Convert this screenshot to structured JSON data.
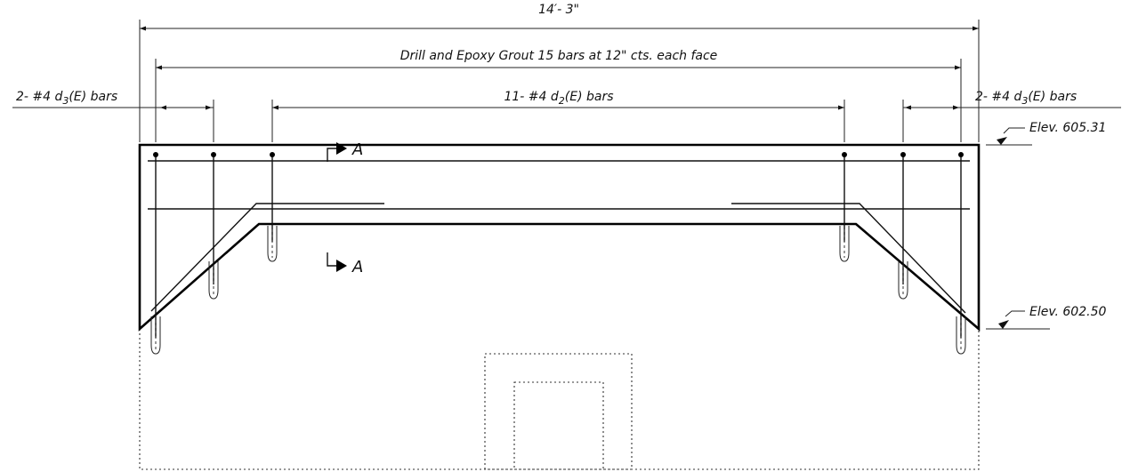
{
  "dimensions": {
    "overall": "14′- 3\"",
    "drill_epoxy": "Drill and Epoxy Grout 15 bars at 12\" cts. each face",
    "left_bars": {
      "prefix": "2- #4 d",
      "sub": "3",
      "suffix": "(E) bars"
    },
    "middle_bars": {
      "prefix": "11- #4 d",
      "sub": "2",
      "suffix": "(E) bars"
    },
    "right_bars": {
      "prefix": "2- #4 d",
      "sub": "3",
      "suffix": "(E) bars"
    }
  },
  "elevations": {
    "top": "Elev. 605.31",
    "bottom": "Elev. 602.50"
  },
  "section_cut": {
    "label": "A"
  }
}
